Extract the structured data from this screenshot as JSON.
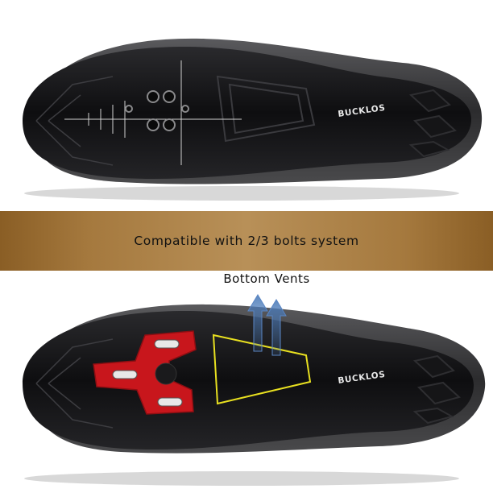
{
  "top_shoe": {
    "brand_logo": "BUCKLOS"
  },
  "banner": {
    "text": "Compatible with 2/3 bolts system"
  },
  "bottom_shoe": {
    "brand_logo": "BUCKLOS",
    "vents_label": "Bottom Vents",
    "cleat_color": "#c8161c",
    "vent_outline_color": "#e8e020",
    "airflow_color": "#4a7ab8"
  },
  "colors": {
    "sole": "#1a1a1c",
    "upper": "#3a3a3c",
    "banner": "#a5793e"
  }
}
